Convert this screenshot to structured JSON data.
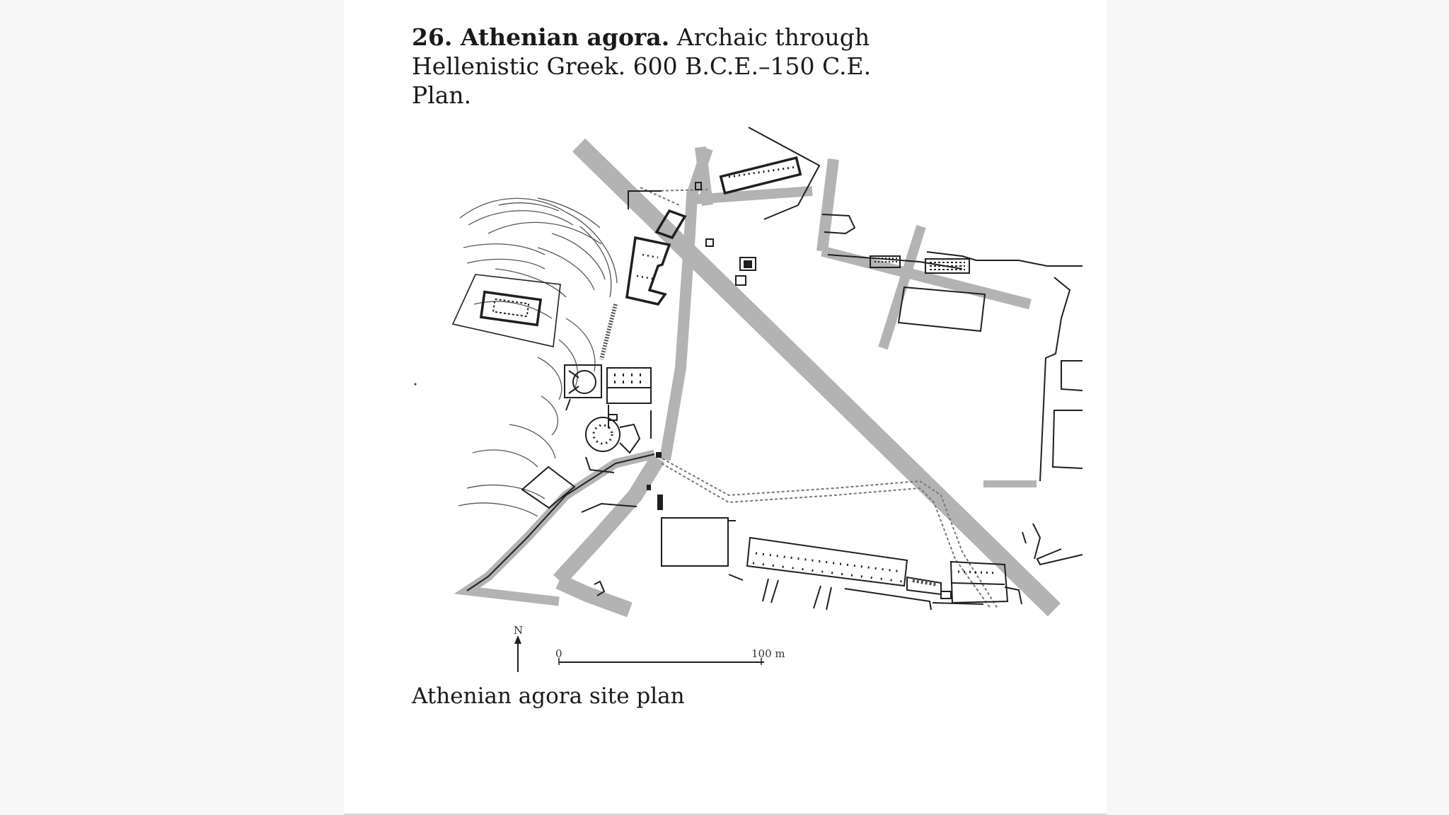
{
  "figure": {
    "number_title": "26. Athenian agora.",
    "description_line1": " Archaic through",
    "description_line2": "Hellenistic Greek. 600 B.C.E.–150 C.E.",
    "description_line3": "Plan.",
    "caption": "Athenian agora site plan"
  },
  "plan": {
    "north_label": "N",
    "scale_start": "0",
    "scale_end": "100 m"
  },
  "colors": {
    "road": "#b3b3b3",
    "ink": "#1f1f1f"
  }
}
